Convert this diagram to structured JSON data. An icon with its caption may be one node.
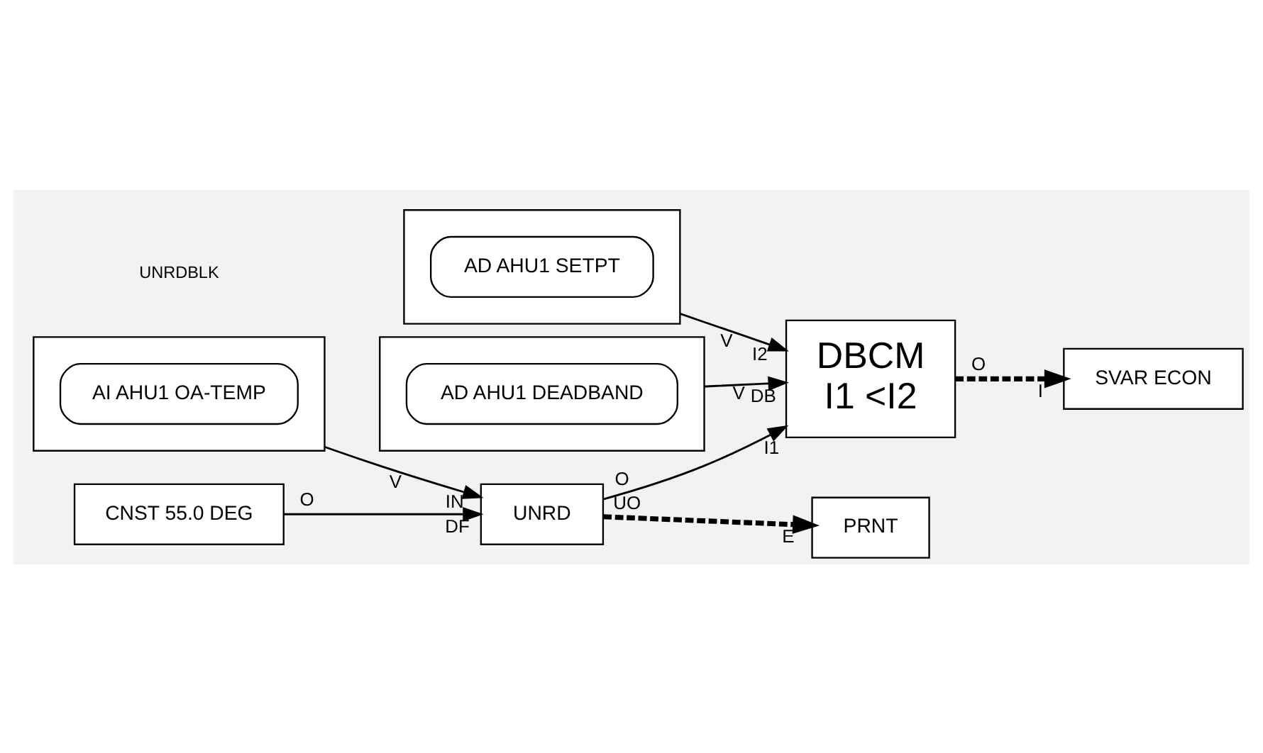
{
  "diagram": {
    "nodes": [
      {
        "text": [],
        "shape": "box",
        "beside": [
          "V"
        ]
      },
      {
        "text": [
          "AI AHU1 OA-TEMP"
        ],
        "in": 0
      },
      {
        "text": [
          "UNRD"
        ],
        "beside": [
          "IN",
          "O",
          "UO",
          "DF"
        ]
      },
      {
        "text": [
          "CNST 55.0 DEG"
        ],
        "beside": [
          "O"
        ]
      },
      {
        "text": [
          "DBCM",
          "I1 <I2"
        ],
        "beside": [
          "I1",
          "O",
          "I2",
          "DB"
        ]
      },
      {
        "text": [
          "SVAR ECON"
        ],
        "beside": [
          "I"
        ]
      },
      {
        "text": [],
        "shape": "box",
        "beside": [
          "V"
        ]
      },
      {
        "text": [
          "AD AHU1 SETPT"
        ],
        "in": 6
      },
      {
        "text": [],
        "shape": "box",
        "beside": [
          "V"
        ]
      },
      {
        "text": [
          "AD AHU1 DEADBAND"
        ],
        "in": 8
      },
      {
        "text": [
          "PRNT"
        ],
        "beside": [
          "E"
        ]
      }
    ],
    "edges": [
      {
        "from": 0,
        "to": 2,
        "arrow": "to"
      },
      {
        "from": 2,
        "to": 4,
        "arrow": "to"
      },
      {
        "from": 2,
        "to": 10,
        "arrow": "to",
        "style": "dashed"
      },
      {
        "from": 3,
        "to": 2,
        "arrow": "to"
      },
      {
        "from": 4,
        "to": 5,
        "arrow": "to",
        "style": "dashed"
      },
      {
        "from": 6,
        "to": 4,
        "arrow": "to"
      },
      {
        "from": 8,
        "to": 4,
        "arrow": "to"
      }
    ],
    "labels": [
      "UNRDBLK"
    ]
  }
}
